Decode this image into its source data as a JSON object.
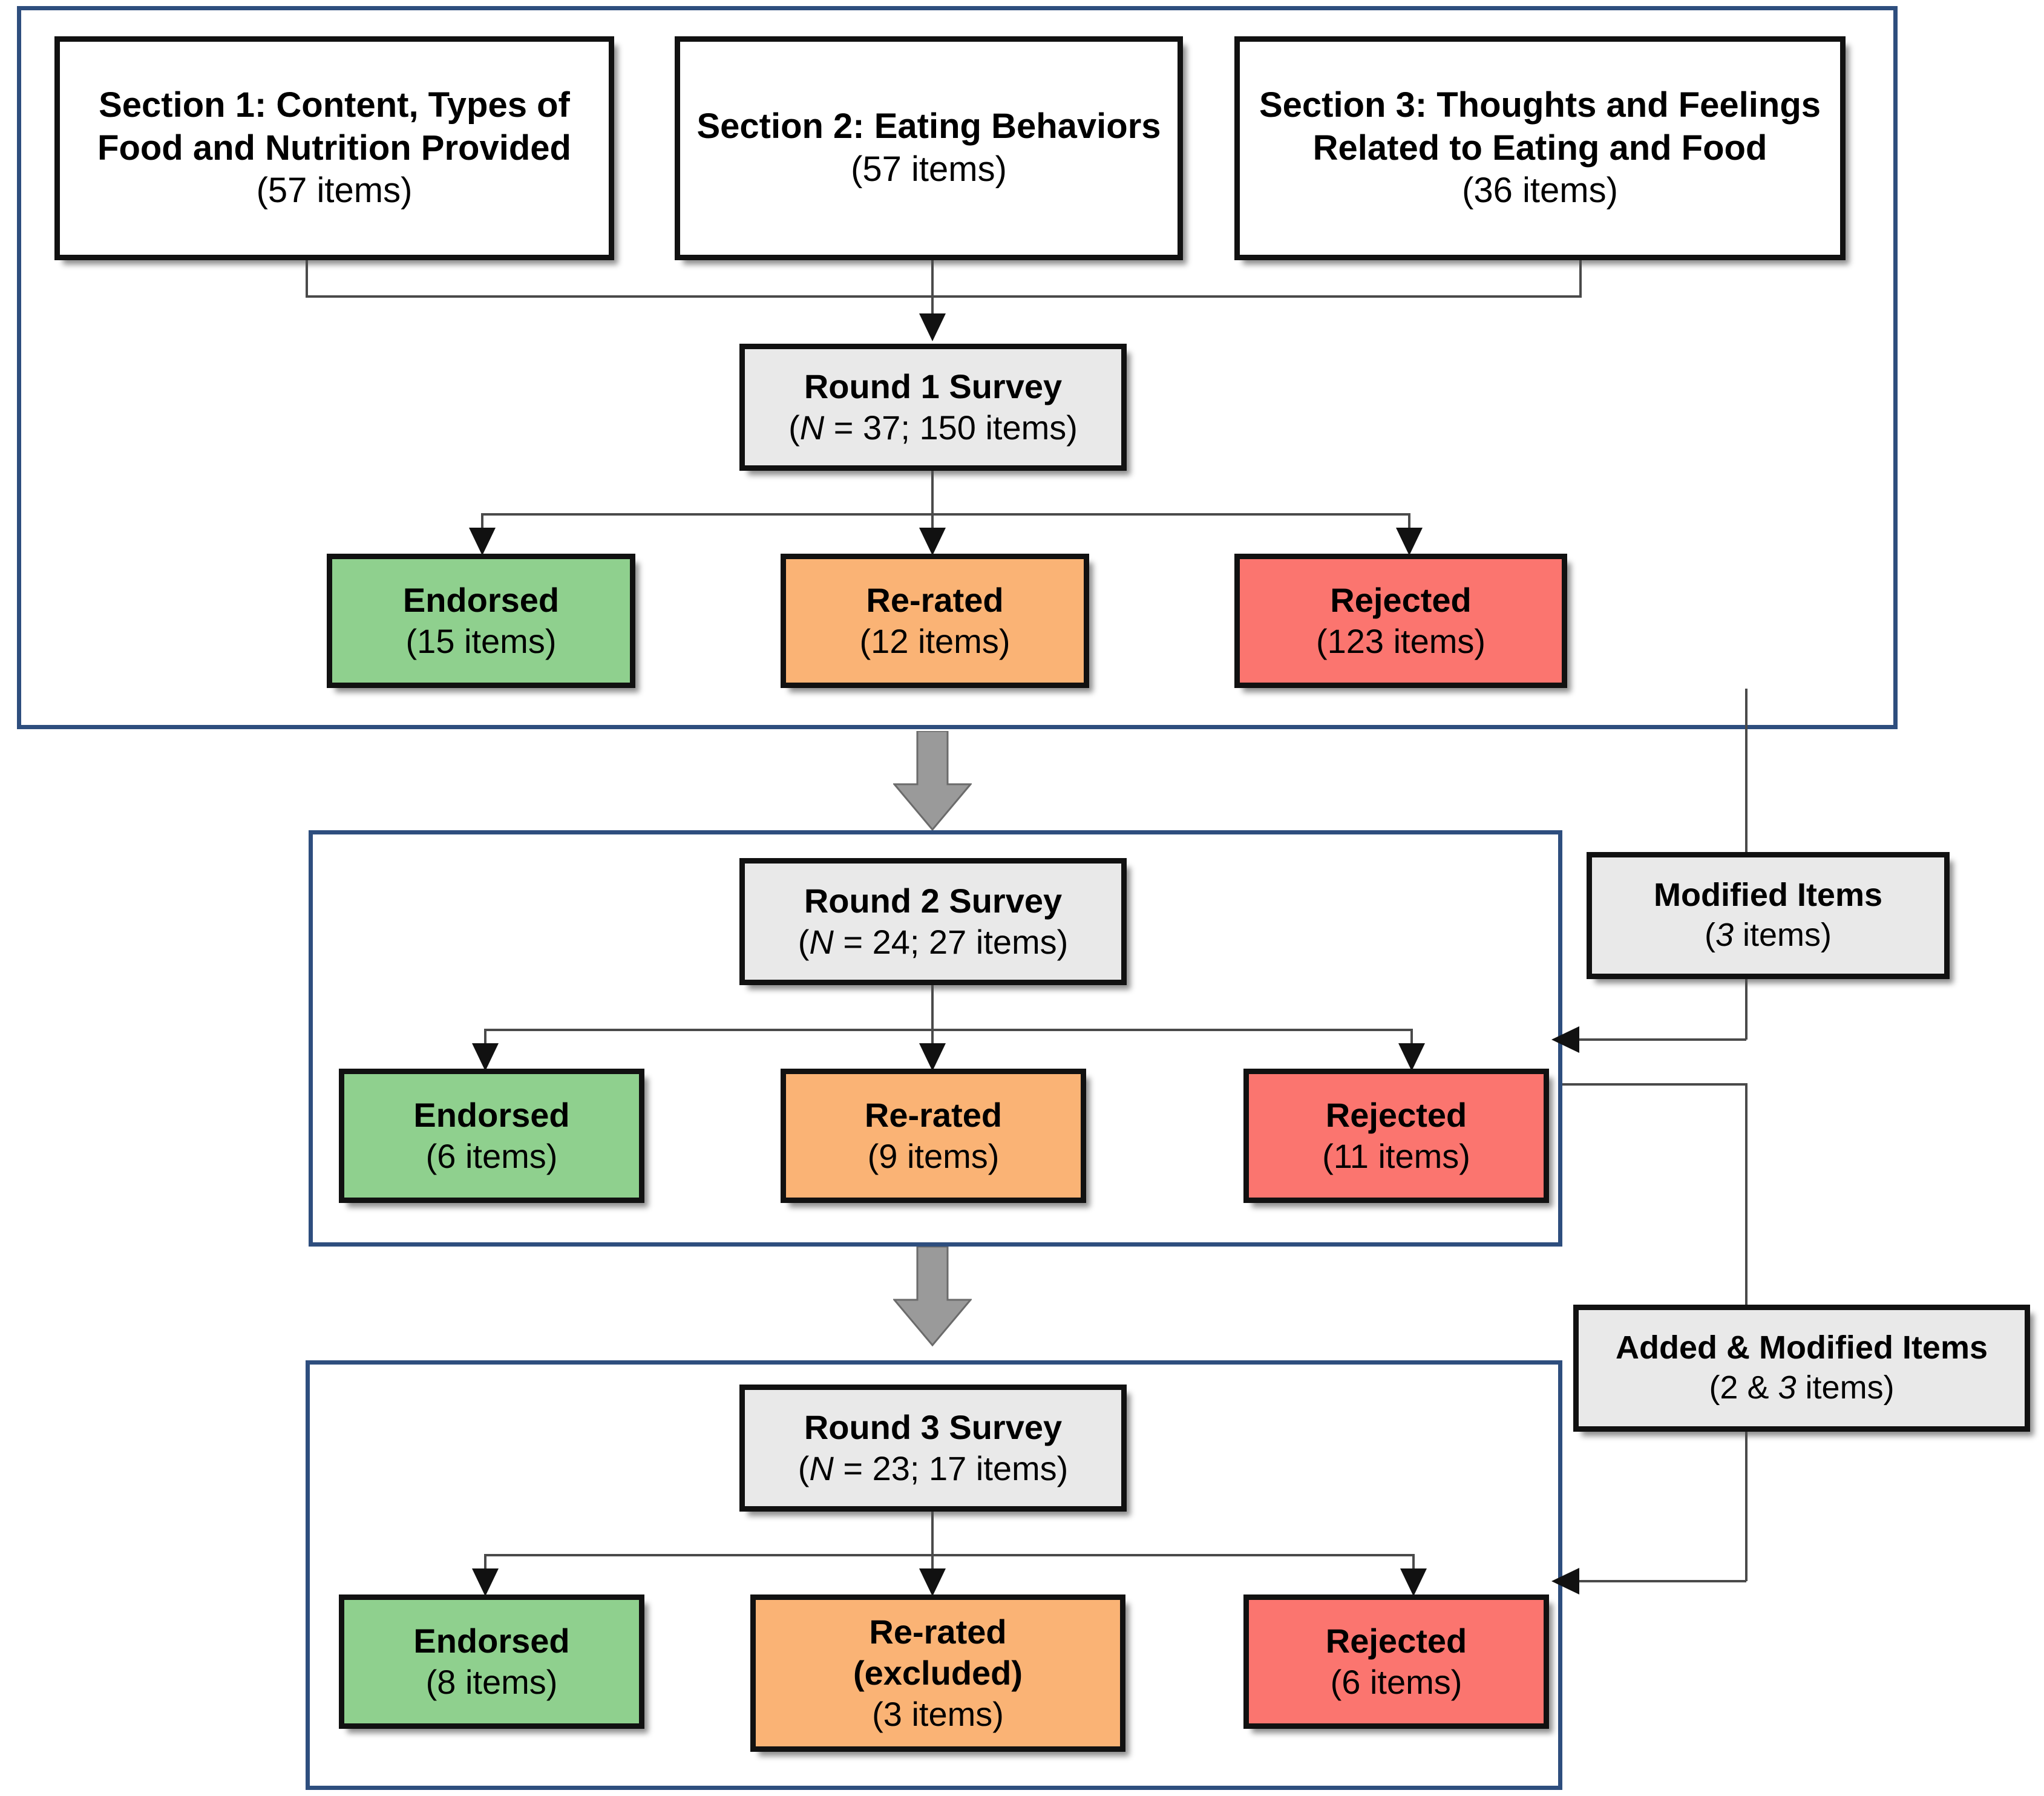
{
  "colors": {
    "container_border": "#2E4E7E",
    "node_border": "#111111",
    "gray_fill": "#E9E9E9",
    "green_fill": "#8FD08E",
    "orange_fill": "#FAB375",
    "red_fill": "#FB756F",
    "block_arrow_fill": "#9A9A9A",
    "connector": "#4a4a4a"
  },
  "sections": [
    {
      "title_line1": "Section 1: Content, Types of",
      "title_line2": "Food and Nutrition Provided",
      "count": "(57 items)"
    },
    {
      "title_line1": "Section 2: Eating Behaviors",
      "title_line2": "",
      "count": "(57 items)"
    },
    {
      "title_line1": "Section 3: Thoughts and Feelings",
      "title_line2": "Related to Eating and  Food",
      "count": "(36 items)"
    }
  ],
  "rounds": [
    {
      "survey_title": "Round 1 Survey",
      "survey_sub_open": "(",
      "survey_sub_n": "N",
      "survey_sub_rest": " = 37; 150 items)",
      "outcomes": [
        {
          "label": "Endorsed",
          "count": "(15 items)",
          "fill": "green"
        },
        {
          "label": "Re-rated",
          "count": "(12 items)",
          "fill": "orange"
        },
        {
          "label": "Rejected",
          "count": "(123 items)",
          "fill": "red"
        }
      ]
    },
    {
      "survey_title": "Round 2 Survey",
      "survey_sub_open": "(",
      "survey_sub_n": "N",
      "survey_sub_rest": " = 24; 27 items)",
      "outcomes": [
        {
          "label": "Endorsed",
          "count": "(6 items)",
          "fill": "green"
        },
        {
          "label": "Re-rated",
          "count": "(9 items)",
          "fill": "orange"
        },
        {
          "label": "Rejected",
          "count": "(11 items)",
          "fill": "red"
        }
      ]
    },
    {
      "survey_title": "Round 3 Survey",
      "survey_sub_open": "(",
      "survey_sub_n": "N",
      "survey_sub_rest": " = 23; 17 items)",
      "outcomes": [
        {
          "label": "Endorsed",
          "label2": "",
          "count": "(8 items)",
          "fill": "green"
        },
        {
          "label": "Re-rated",
          "label2": "(excluded)",
          "count": "(3 items)",
          "fill": "orange"
        },
        {
          "label": "Rejected",
          "label2": "",
          "count": "(6 items)",
          "fill": "red"
        }
      ]
    }
  ],
  "side_boxes": [
    {
      "title": "Modified Items",
      "count_open": "(",
      "count_italic": "3",
      "count_rest": " items)"
    },
    {
      "title": "Added & Modified Items",
      "count_open": "(2 & ",
      "count_italic": "3",
      "count_rest": " items)"
    }
  ]
}
